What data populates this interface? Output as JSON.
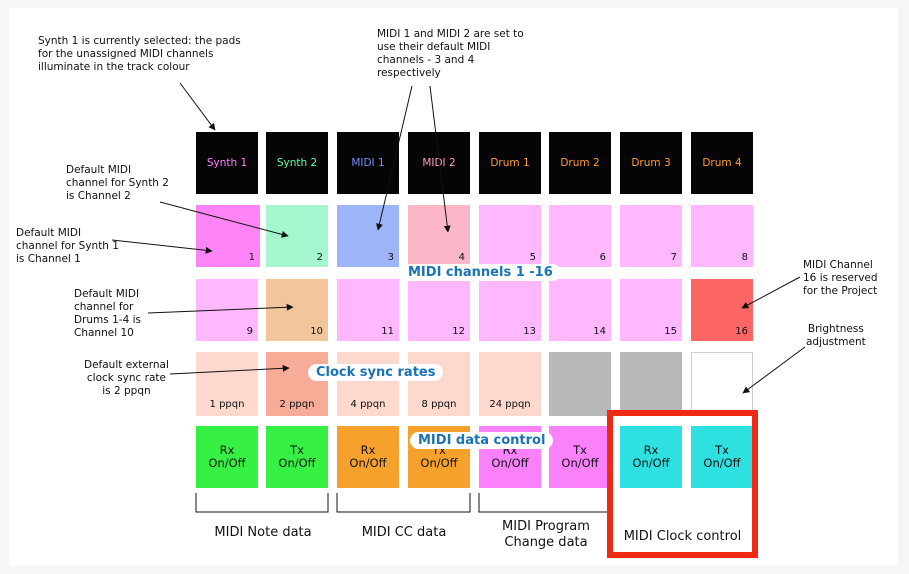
{
  "track_row": [
    {
      "label": "Synth 1",
      "color": "#ff7dff"
    },
    {
      "label": "Synth 2",
      "color": "#5dff9e"
    },
    {
      "label": "MIDI 1",
      "color": "#6f8dff"
    },
    {
      "label": "MIDI 2",
      "color": "#ff9cc7"
    },
    {
      "label": "Drum 1",
      "color": "#ff9d2a"
    },
    {
      "label": "Drum 2",
      "color": "#ff9d2a"
    },
    {
      "label": "Drum 3",
      "color": "#ff9d2a"
    },
    {
      "label": "Drum 4",
      "color": "#ff9d2a"
    }
  ],
  "channel_row_1": [
    {
      "num": "1",
      "color": "#ff85f7"
    },
    {
      "num": "2",
      "color": "#a3f6cd"
    },
    {
      "num": "3",
      "color": "#9eb4f8"
    },
    {
      "num": "4",
      "color": "#fbb6c8"
    },
    {
      "num": "5",
      "color": "#ffb8ff"
    },
    {
      "num": "6",
      "color": "#ffb8ff"
    },
    {
      "num": "7",
      "color": "#ffb8ff"
    },
    {
      "num": "8",
      "color": "#ffb8ff"
    }
  ],
  "channel_row_2": [
    {
      "num": "9",
      "color": "#ffb8ff"
    },
    {
      "num": "10",
      "color": "#f3c59b"
    },
    {
      "num": "11",
      "color": "#ffb8ff"
    },
    {
      "num": "12",
      "color": "#ffb8ff"
    },
    {
      "num": "13",
      "color": "#ffb8ff"
    },
    {
      "num": "14",
      "color": "#ffb8ff"
    },
    {
      "num": "15",
      "color": "#ffb8ff"
    },
    {
      "num": "16",
      "color": "#fe6666"
    }
  ],
  "sync_row": [
    {
      "label": "1 ppqn",
      "color": "#fdd8cc"
    },
    {
      "label": "2 ppqn",
      "color": "#f8ab97"
    },
    {
      "label": "4 ppqn",
      "color": "#fdd8cc"
    },
    {
      "label": "8 ppqn",
      "color": "#fdd8cc"
    },
    {
      "label": "24 ppqn",
      "color": "#fdd8cc"
    },
    {
      "label": "",
      "color": "#b8b8b8"
    },
    {
      "label": "",
      "color": "#b8b8b8"
    },
    {
      "label": "",
      "color": "#ffffff"
    }
  ],
  "control_row": [
    {
      "line1": "Rx",
      "line2": "On/Off",
      "color": "#37f044"
    },
    {
      "line1": "Tx",
      "line2": "On/Off",
      "color": "#37f044"
    },
    {
      "line1": "Rx",
      "line2": "On/Off",
      "color": "#f6a12c"
    },
    {
      "line1": "Tx",
      "line2": "On/Off",
      "color": "#f6a12c"
    },
    {
      "line1": "Rx",
      "line2": "On/Off",
      "color": "#fb80fc"
    },
    {
      "line1": "Tx",
      "line2": "On/Off",
      "color": "#fb80fc"
    },
    {
      "line1": "Rx",
      "line2": "On/Off",
      "color": "#2ee1e0"
    },
    {
      "line1": "Tx",
      "line2": "On/Off",
      "color": "#2ee1e0"
    }
  ],
  "section_labels": {
    "midi_channels": "MIDI channels 1 -16",
    "clock_sync": "Clock sync rates",
    "data_control": "MIDI data control"
  },
  "group_labels": {
    "note": "MIDI Note data",
    "cc": "MIDI CC data",
    "program_1": "MIDI Program",
    "program_2": "Change data",
    "clock": "MIDI Clock control"
  },
  "annotations": {
    "synth1_selected": [
      "Synth 1 is currently selected: the pads",
      "for the unassigned MIDI channels",
      "illuminate in the track colour"
    ],
    "midi_defaults": [
      "MIDI 1 and MIDI 2 are set to",
      "use their default MIDI",
      "channels - 3 and 4",
      "respectively"
    ],
    "synth2_channel": [
      "Default MIDI",
      "channel for Synth 2",
      "is Channel 2"
    ],
    "synth1_channel": [
      "Default MIDI",
      "channel for Synth 1",
      "is Channel 1"
    ],
    "drums_channel": [
      "Default MIDI",
      "channel for",
      "Drums 1-4 is",
      "Channel 10"
    ],
    "clock_default": [
      "Default external",
      "clock sync rate",
      "is 2 ppqn"
    ],
    "channel16": [
      "MIDI Channel",
      "16 is reserved",
      "for the Project"
    ],
    "brightness": [
      "Brightness",
      "adjustment"
    ]
  },
  "highlight_color": "#ee2a15",
  "label_color": "#1a73b6"
}
